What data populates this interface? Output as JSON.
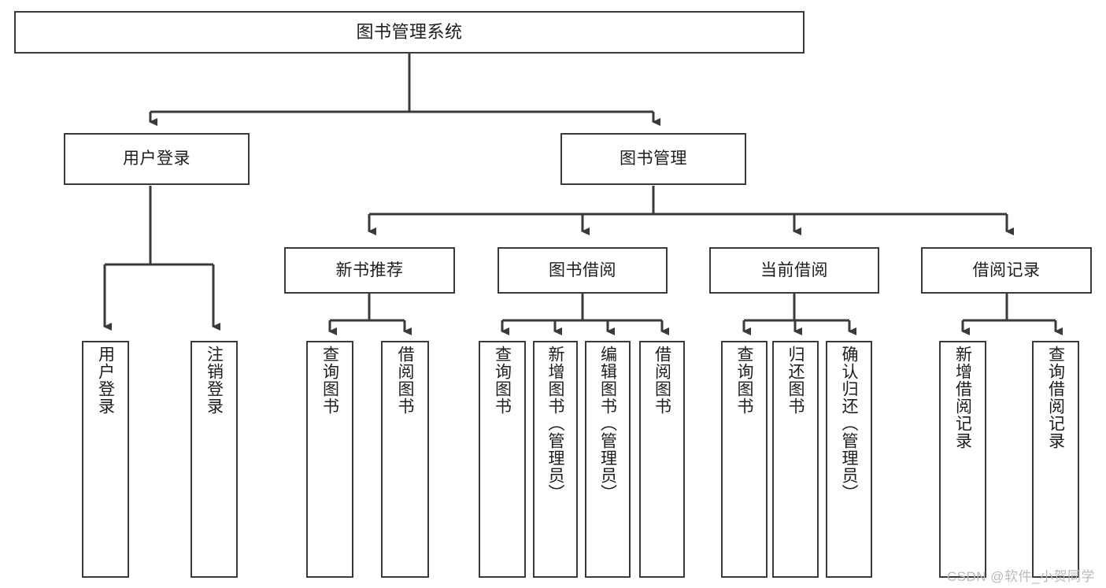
{
  "diagram": {
    "title": "图书管理系统",
    "type": "tree-hierarchy",
    "watermark": "CSDN @软件_小贺同学",
    "colors": {
      "box_border": "#3a3a3a",
      "box_fill": "#ffffff",
      "connector": "#3a3a3a",
      "text": "#1d1d1d",
      "watermark": "#b9b9b9"
    },
    "nodes": {
      "root": {
        "label": "图书管理系统"
      },
      "level2": [
        {
          "label": "用户登录"
        },
        {
          "label": "图书管理"
        }
      ],
      "level3": [
        {
          "label": "新书推荐"
        },
        {
          "label": "图书借阅"
        },
        {
          "label": "当前借阅"
        },
        {
          "label": "借阅记录"
        }
      ],
      "leaves": {
        "user_login": [
          {
            "label": "用户登录"
          },
          {
            "label": "注销登录"
          }
        ],
        "new_book_recommend": [
          {
            "label": "查询图书"
          },
          {
            "label": "借阅图书"
          }
        ],
        "book_borrow": [
          {
            "label": "查询图书"
          },
          {
            "label": "新增图书（管理员）"
          },
          {
            "label": "编辑图书（管理员）"
          },
          {
            "label": "借阅图书"
          }
        ],
        "current_borrow": [
          {
            "label": "查询图书"
          },
          {
            "label": "归还图书"
          },
          {
            "label": "确认归还（管理员）"
          }
        ],
        "borrow_record": [
          {
            "label": "新增借阅记录"
          },
          {
            "label": "查询借阅记录"
          }
        ]
      }
    }
  }
}
